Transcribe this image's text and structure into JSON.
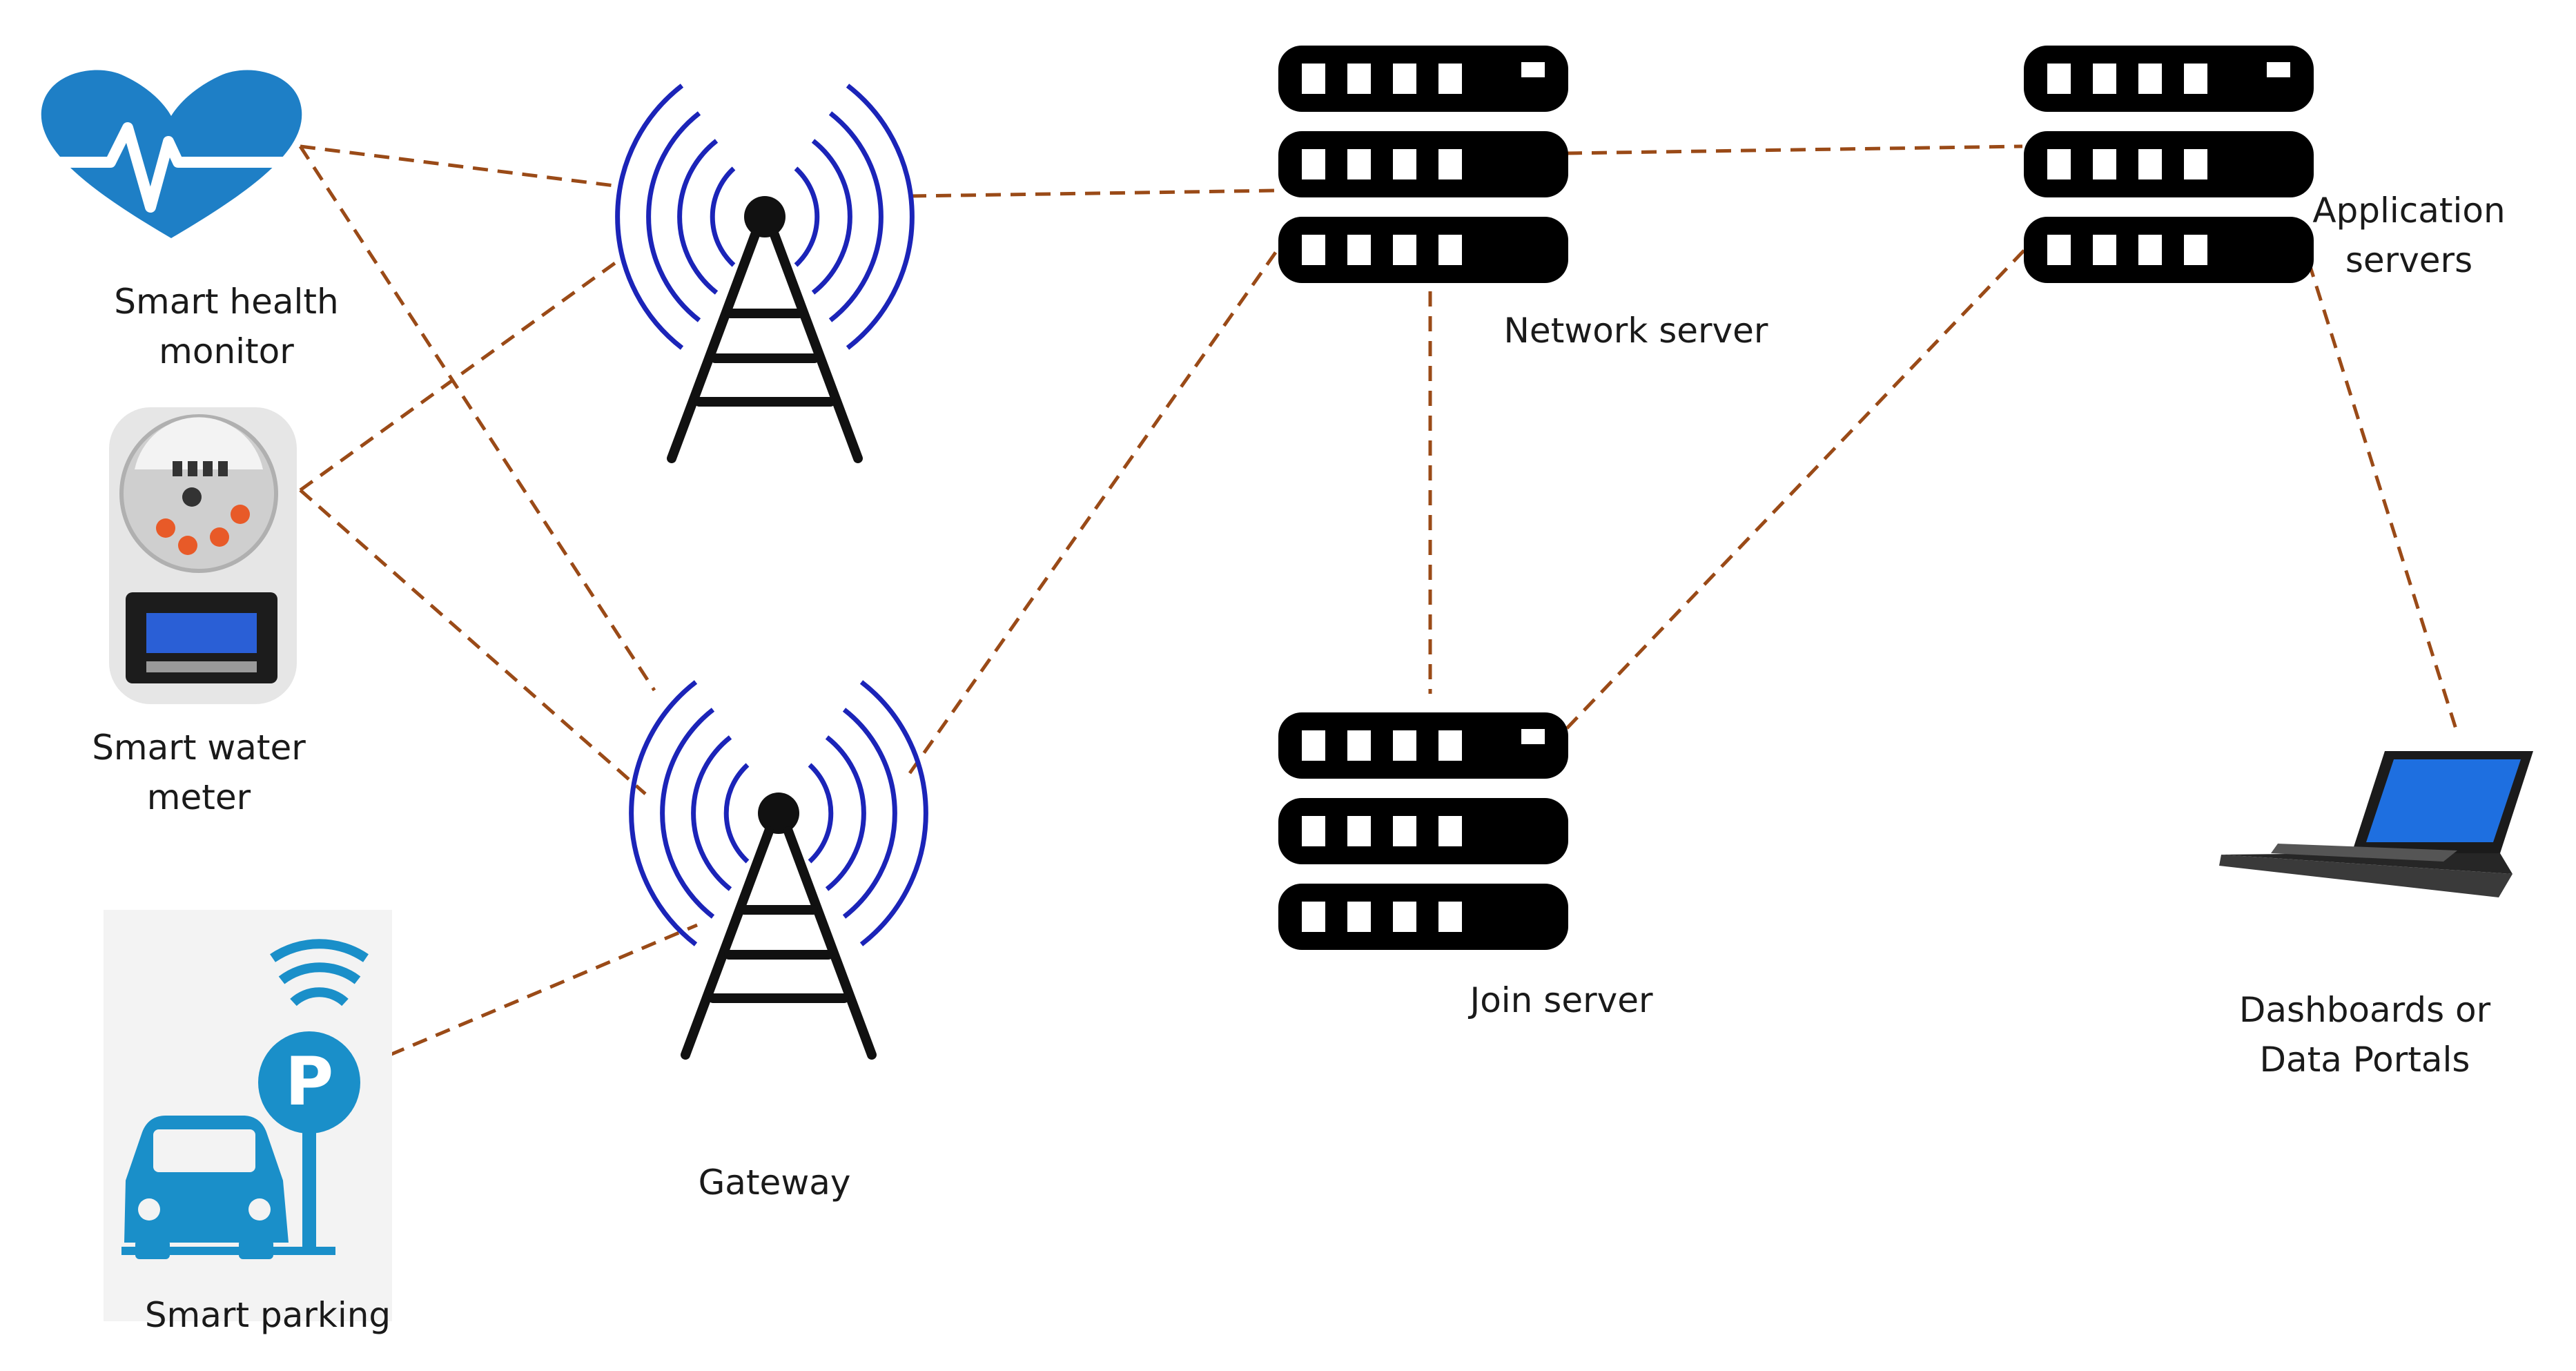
{
  "labels": {
    "health": [
      "Smart health",
      "monitor"
    ],
    "water": [
      "Smart water",
      "meter"
    ],
    "parking": [
      "Smart parking"
    ],
    "gateway": [
      "Gateway"
    ],
    "network_server": [
      "Network server"
    ],
    "join_server": [
      "Join server"
    ],
    "app_servers": [
      "Application",
      "servers"
    ],
    "dashboards": [
      "Dashboards or",
      "Data Portals"
    ]
  },
  "colors": {
    "link": "#9a4a17",
    "radio_waves": "#1b24b8",
    "health_icon": "#1e7fc6",
    "parking_icon": "#1a8fc9",
    "server": "#000000",
    "water_meter_screen": "#2a5fd6"
  },
  "icons": {
    "health": "heart-pulse-icon",
    "water": "water-meter-icon",
    "parking": "parking-car-icon",
    "gateway": "antenna-tower-icon",
    "server": "server-rack-icon",
    "dashboard": "laptop-icon"
  }
}
